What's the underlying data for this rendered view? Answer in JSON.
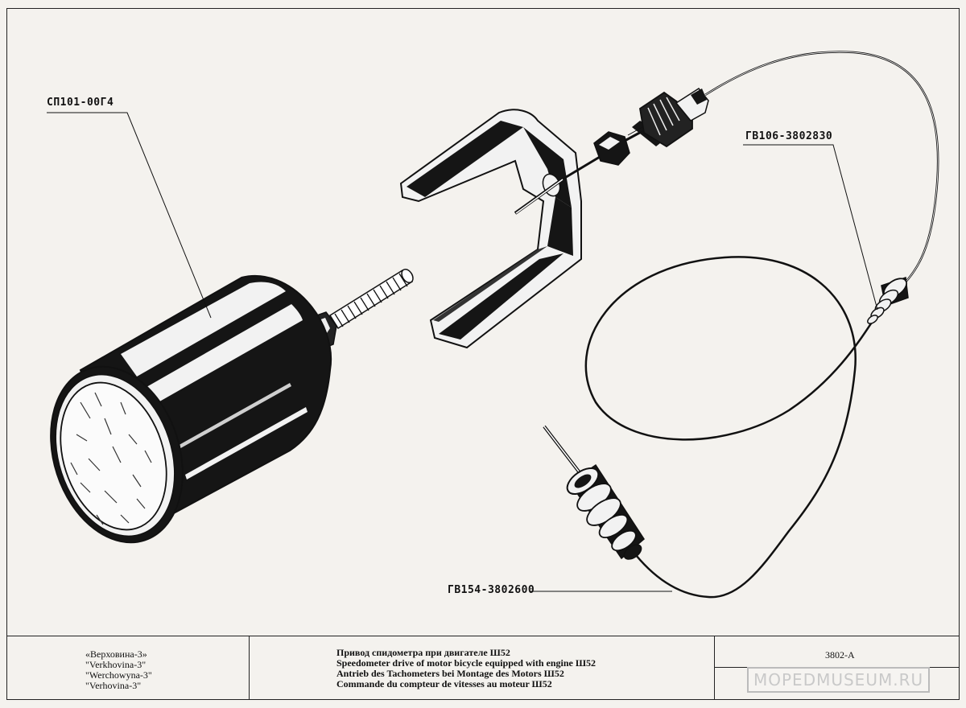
{
  "callouts": {
    "speedometer": "СП101-00Г4",
    "cable": "ГВ106-3802830",
    "drive": "ГВ154-3802600"
  },
  "title_block": {
    "models": [
      "«Верховина-3»",
      "\"Verkhovina-3\"",
      "\"Werchowyna-3\"",
      "\"Verhovina-3\""
    ],
    "titles": [
      "Привод спидометра при двигателе Ш52",
      "Speedometer drive of motor bicycle equipped with engine Ш52",
      "Antrieb des Tachometers bei Montage des Motors Ш52",
      "Commande du compteur de vitesses au moteur Ш52"
    ],
    "code": "3802-А"
  },
  "watermark": "MOPEDMUSEUM.RU",
  "colors": {
    "paper": "#f4f2ee",
    "ink": "#111111",
    "watermark": "#c9c9c9"
  }
}
